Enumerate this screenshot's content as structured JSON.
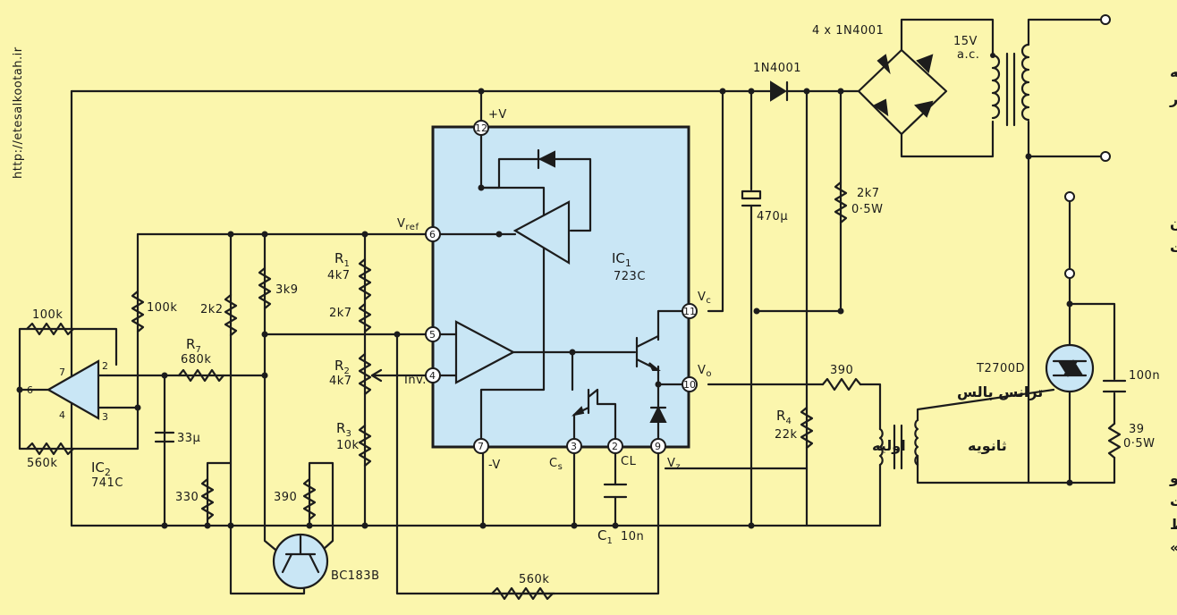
{
  "website": "http://etesalkootah.ir",
  "ic1": {
    "name": "IC",
    "sub": "1",
    "part": "723C",
    "supply_pos": "+V",
    "supply_neg": "-V",
    "pins": {
      "p12": "12",
      "p6": "6",
      "p5": "5",
      "p4": "4",
      "p7": "7",
      "p3": "3",
      "p2": "2",
      "p9": "9",
      "p10": "10",
      "p11": "11"
    },
    "vref": "V",
    "vref_sub": "ref",
    "inv": "Inv.",
    "vc": "V",
    "vc_sub": "c",
    "vo": "V",
    "vo_sub": "o",
    "cs": "C",
    "cs_sub": "s",
    "cl": "CL",
    "vz": "V",
    "vz_sub": "z"
  },
  "ic2": {
    "name": "IC",
    "sub": "2",
    "part": "741C",
    "pin6": "6",
    "pin7": "7",
    "pin2": "2",
    "pin3": "3",
    "pin4": "4"
  },
  "components": {
    "r_100k_fb": "100k",
    "r_560k_fb": "560k",
    "r_100k_v": "100k",
    "r7_name": "R",
    "r7_sub": "7",
    "r7_val": "680k",
    "c_33u": "33µ",
    "r_2k2": "2k2",
    "r_3k9": "3k9",
    "r_330": "330",
    "r_390_tr": "390",
    "transistor": "BC183B",
    "r1_name": "R",
    "r1_sub": "1",
    "r1_val": "4k7",
    "r_2k7_div": "2k7",
    "r2_name": "R",
    "r2_sub": "2",
    "r2_val": "4k7",
    "r3_name": "R",
    "r3_sub": "3",
    "r3_val": "10k",
    "r_560k_bot": "560k",
    "c1_name": "C",
    "c1_sub": "1",
    "c1_val": "10n",
    "c_470u": "470µ",
    "r_2k7_pwr": "2k7",
    "r_2k7_pwr_w": "0·5W",
    "d_1n4001": "1N4001",
    "bridge": "4 x 1N4001",
    "transformer_v": "15V",
    "transformer_ac": "a.c.",
    "r4_name": "R",
    "r4_sub": "4",
    "r4_val": "22k",
    "r_390_out": "390",
    "triac": "T2700D",
    "c_100n": "100n",
    "r_39": "39",
    "r_39_w": "0·5W"
  },
  "persian": {
    "mains_1": "به شبکه",
    "mains_2": "برق شهر",
    "heater_1": "به المنت گرمکن",
    "heater_2": "تا یک کیلووات",
    "pulse_transformer": "ترانس پالس",
    "primary": "اولیه",
    "secondary": "ثانویه",
    "snubber_1": "خازن و",
    "snubber_2": "مقاومت",
    "snubber_3": "محافظ",
    "snubber_4": "«اسنابر»"
  },
  "colors": {
    "background": "#fbf6ad",
    "ic_box": "#c9e6f5",
    "wire": "#1c1c1c"
  }
}
